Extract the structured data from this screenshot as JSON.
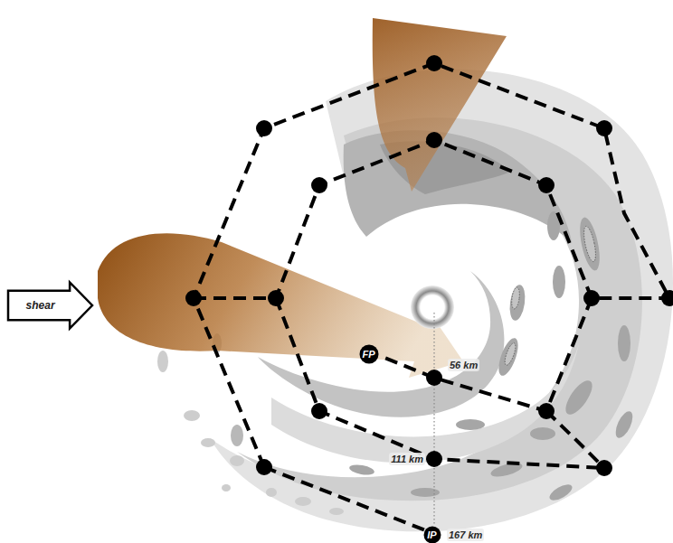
{
  "diagram": {
    "nodes": [
      {
        "text": [
          "shear"
        ]
      },
      {
        "text": [
          "FP"
        ]
      },
      {
        "text": [
          "IP"
        ]
      }
    ],
    "labels": [
      "56 km",
      "111 km",
      "167 km"
    ]
  }
}
